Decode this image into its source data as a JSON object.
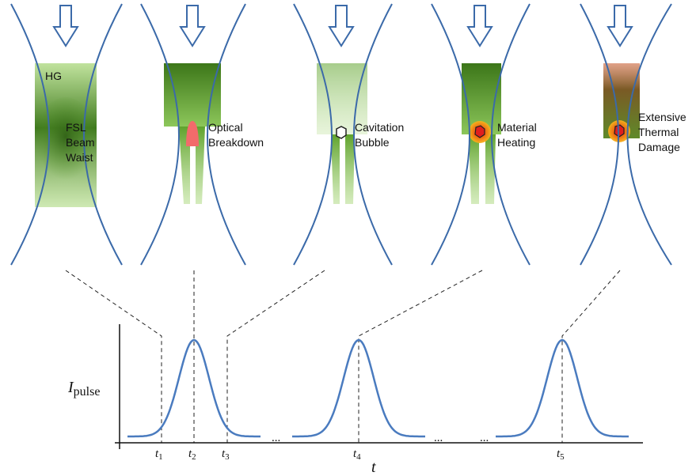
{
  "colors": {
    "beam_outline": "#3b6aa9",
    "arrow_outline": "#3b6aa9",
    "green_light": "#b4dc8c",
    "green_mid": "#72b33c",
    "green_dark": "#3f7a1d",
    "breakdown_red": "#f26b6b",
    "heat_outer": "#f7a21b",
    "heat_inner": "#e01e1e",
    "thermal_brown": "#8a5a2a",
    "pulse_line": "#4a7bbf",
    "dashed": "#222222"
  },
  "panels": [
    {
      "id": "waist",
      "top_label": "HG",
      "label_lines": [
        "FSL",
        "Beam",
        "Waist"
      ]
    },
    {
      "id": "breakdown",
      "label_lines": [
        "Optical",
        "Breakdown"
      ]
    },
    {
      "id": "cavitation",
      "label_lines": [
        "Cavitation",
        "Bubble"
      ]
    },
    {
      "id": "heating",
      "label_lines": [
        "Material",
        "Heating"
      ]
    },
    {
      "id": "thermal",
      "label_lines": [
        "Extensive",
        "Thermal",
        "Damage"
      ]
    }
  ],
  "plot": {
    "ylabel_main": "I",
    "ylabel_sub": "pulse",
    "xlabel": "t",
    "ellipsis": "...",
    "time_markers": [
      {
        "main": "t",
        "sub": "1"
      },
      {
        "main": "t",
        "sub": "2"
      },
      {
        "main": "t",
        "sub": "3"
      },
      {
        "main": "t",
        "sub": "4"
      },
      {
        "main": "t",
        "sub": "5"
      }
    ],
    "pulses": [
      {
        "center": 2,
        "amplitude": 1
      },
      {
        "center": 4,
        "amplitude": 1
      },
      {
        "center": 5,
        "amplitude": 1
      }
    ]
  }
}
